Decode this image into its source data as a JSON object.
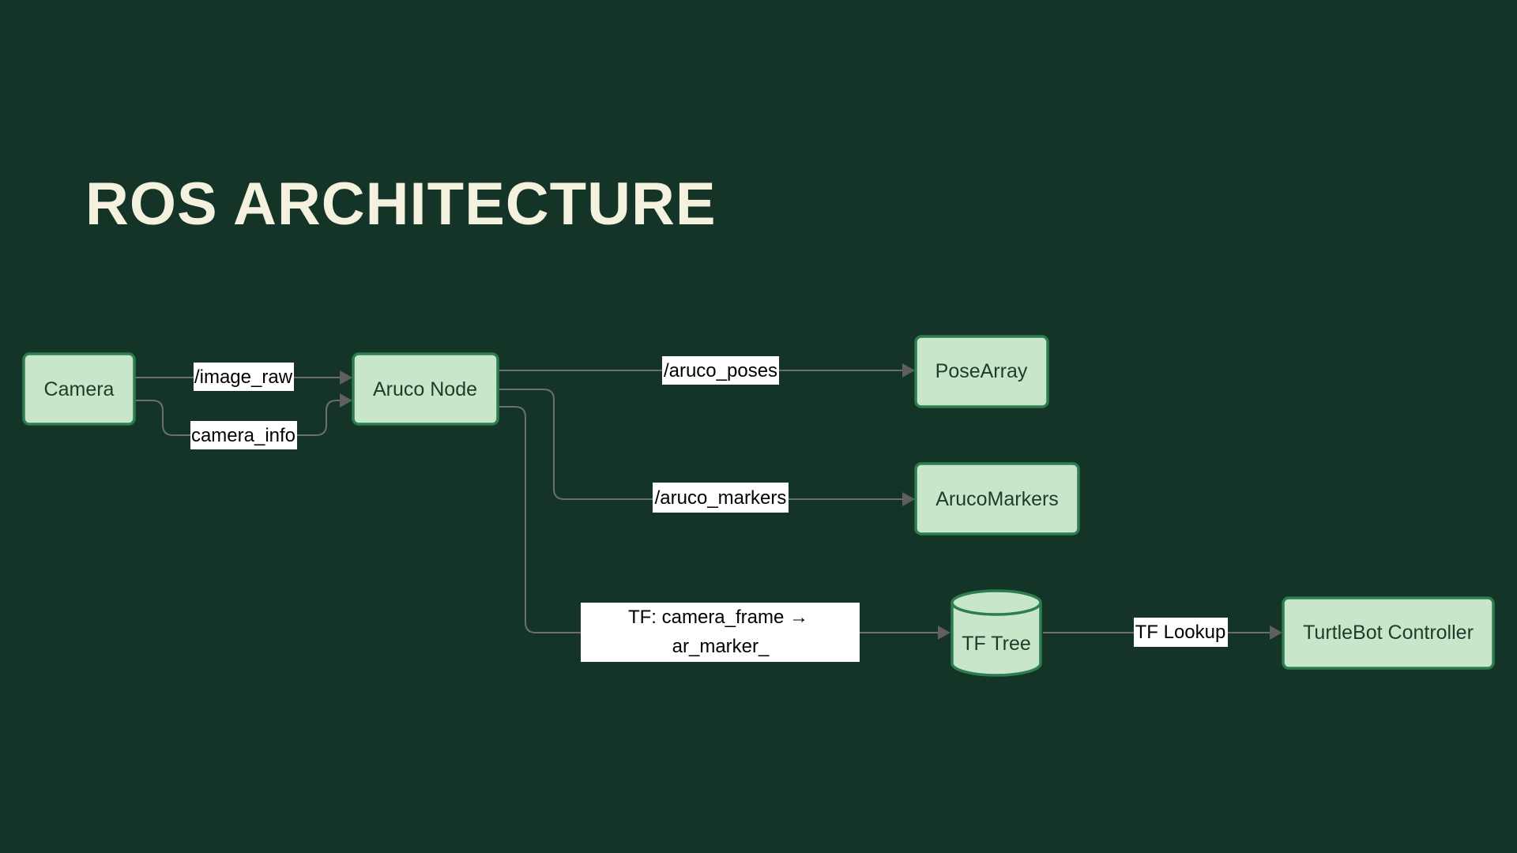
{
  "slide": {
    "title": "ROS ARCHITECTURE"
  },
  "diagram": {
    "nodes": {
      "camera": {
        "label": "Camera"
      },
      "aruco_node": {
        "label": "Aruco Node"
      },
      "pose_array": {
        "label": "PoseArray"
      },
      "aruco_markers": {
        "label": "ArucoMarkers"
      },
      "tf_tree": {
        "label": "TF Tree"
      },
      "turtlebot_controller": {
        "label": "TurtleBot Controller"
      }
    },
    "edges": {
      "image_raw": {
        "label": "/image_raw"
      },
      "camera_info": {
        "label": "camera_info"
      },
      "aruco_poses": {
        "label": "/aruco_poses"
      },
      "aruco_markers_topic": {
        "label": "/aruco_markers"
      },
      "tf_broadcast": {
        "line1": "TF: camera_frame →",
        "line2": "ar_marker_"
      },
      "tf_lookup": {
        "label": "TF Lookup"
      }
    }
  },
  "colors": {
    "background": "#143428",
    "node_fill": "#c8e6c9",
    "node_stroke": "#2e7d50",
    "title": "#f4f1de"
  }
}
